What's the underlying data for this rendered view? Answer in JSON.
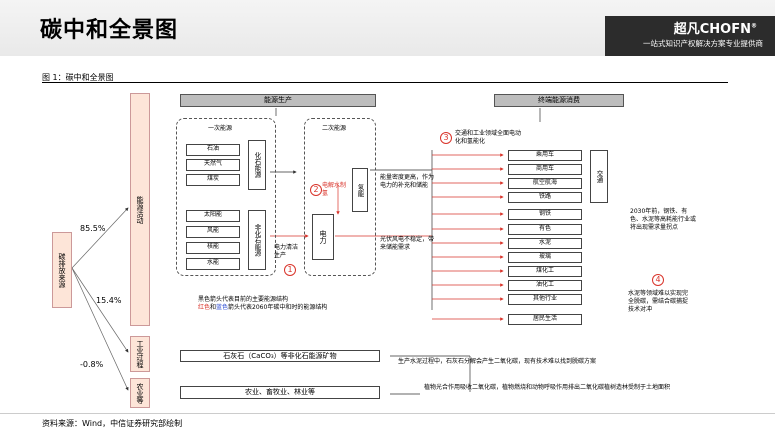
{
  "header": {
    "title": "碳中和全景图",
    "brand": "超凡CHOFN",
    "brand_registered": "®",
    "brand_sub": "一站式知识产权解决方案专业提供商"
  },
  "figure": {
    "title": "图 1：碳中和全景图"
  },
  "source": "资料来源：Wind，中信证券研究部绘制",
  "emission": {
    "label": "碳排放来源",
    "pct_energy": "85.5%",
    "pct_industry": "15.4%",
    "pct_agri": "-0.8%"
  },
  "categories": {
    "energy": "能源活动",
    "industry": "工业过程",
    "agri": "农业等"
  },
  "sections": {
    "energy_prod": "能源生产",
    "energy_cons": "终端能源消费"
  },
  "primary": {
    "title": "一次能源",
    "fossil": [
      "石油",
      "天然气",
      "煤炭"
    ],
    "fossil_label": "化石能源",
    "nonfossil": [
      "太阳能",
      "风能",
      "核能",
      "水能"
    ],
    "nonfossil_label": "非化石能源"
  },
  "secondary": {
    "title": "二次能源",
    "hydrogen": "氢能",
    "power": "电力"
  },
  "notes": {
    "n1": "电力清洁生产",
    "n2": "电解水制氢",
    "n3": "交通和工业领域全面电动化和氢能化",
    "n4": "水泥等领域难以实现完全脱碳，需结合碳捕捉技术对冲",
    "density": "能量密度更高，作为电力的补充和储能",
    "storage": "光伏风电不稳定，带来储能需求",
    "target2030": "2030年前，钢铁、有色、水泥等高耗能行业或将出现需求量拐点"
  },
  "legend": {
    "line1": "黑色箭头代表目前的主要能源结构",
    "red_part": "红色",
    "and": "和",
    "blue_part": "蓝色",
    "line2_suffix": "箭头代表2060年碳中和时的能源结构"
  },
  "transport": {
    "label": "交通",
    "items": [
      "乘用车",
      "商用车",
      "航空航海",
      "铁路"
    ]
  },
  "industry_items": [
    "钢铁",
    "有色",
    "水泥",
    "玻璃",
    "煤化工",
    "油化工",
    "其他行业",
    "居民生活"
  ],
  "process": {
    "box": "石灰石（CaCO₃）等非化石能源矿物",
    "note": "生产水泥过程中，石灰石分解会产生二氧化碳，现有技术难以找到脱碳方案"
  },
  "agri": {
    "box": "农业、畜牧业、林业等",
    "note": "植物光合作用吸收二氧化碳，植物燃烧和动物呼吸作用排出二氧化碳植树造林受制于土地面积"
  },
  "colors": {
    "red": "#d9342b",
    "blue": "#2a4ad3",
    "pink": "#fde5d8",
    "gray": "#bdbdbd"
  }
}
